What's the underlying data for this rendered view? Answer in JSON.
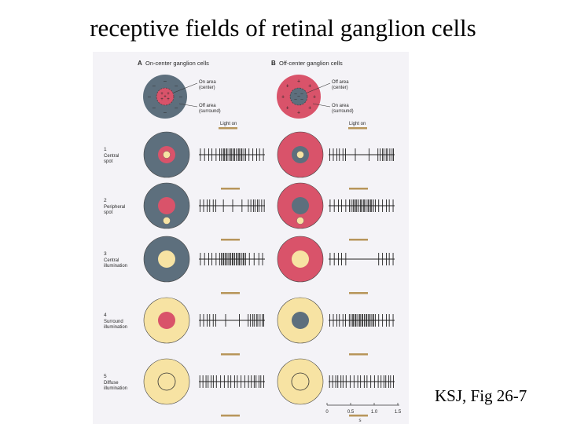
{
  "slide": {
    "title": "receptive fields of retinal ganglion cells",
    "caption": "KSJ, Fig 26-7"
  },
  "figure": {
    "colors": {
      "on_area": "#d9536a",
      "off_area": "#5d6f7d",
      "light": "#f7e3a3",
      "background": "#f4f3f7",
      "light_bar": "#b7955a"
    },
    "panel_a": {
      "letter": "A",
      "title": "On-center ganglion cells",
      "label_center": "On area\n(center)",
      "label_surround": "Off area\n(surround)",
      "light_on": "Light on"
    },
    "panel_b": {
      "letter": "B",
      "title": "Off-center ganglion cells",
      "label_center": "Off area\n(center)",
      "label_surround": "On area\n(surround)",
      "light_on": "Light on"
    },
    "conditions": [
      {
        "number": "1",
        "label": "Central\nspot"
      },
      {
        "number": "2",
        "label": "Peripheral\nspot"
      },
      {
        "number": "3",
        "label": "Central\nillumination"
      },
      {
        "number": "4",
        "label": "Surround\nillumination"
      },
      {
        "number": "5",
        "label": "Diffuse\nillumination"
      }
    ],
    "scale": {
      "ticks": [
        "0",
        "0.5",
        "1.0",
        "1.5"
      ],
      "unit": "s"
    }
  }
}
